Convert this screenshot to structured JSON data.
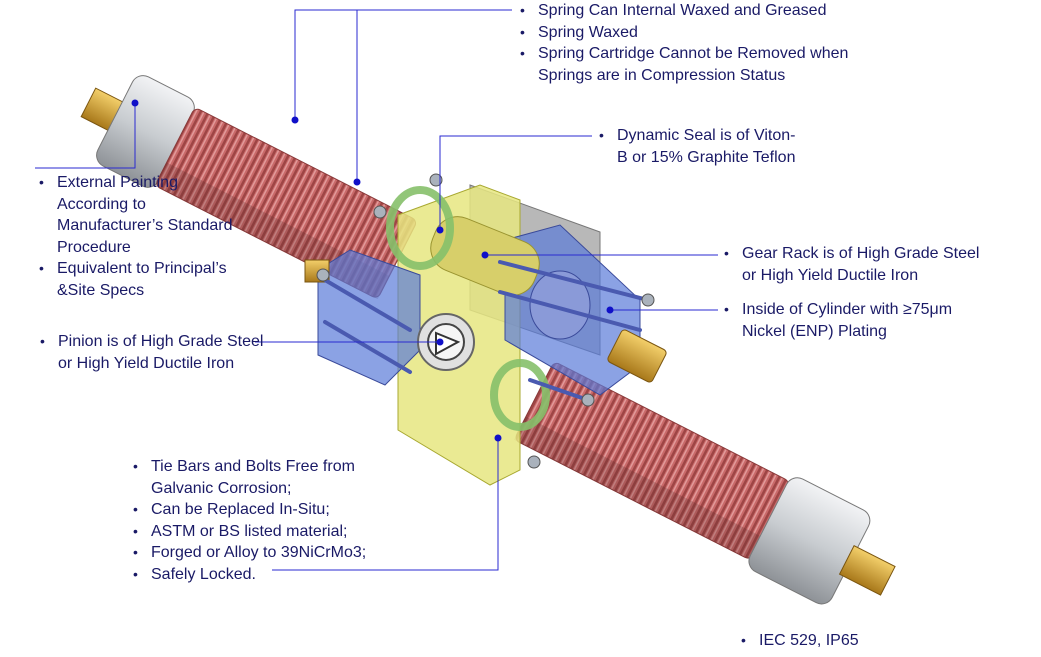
{
  "colors": {
    "text": "#1a1a66",
    "leader_line": "#2a2ad0",
    "leader_dot": "#1010c8",
    "spring": "#c96c6c",
    "end_cap": "#cfd2d6",
    "shaft_end": "#d4a02a",
    "housing_yellow": "#e6e680",
    "housing_blue": "#5a7ad8",
    "seal_green": "#86c06a"
  },
  "callouts": {
    "spring_can": {
      "lines": [
        [
          "Spring Can Internal Waxed and Greased"
        ],
        [
          "Spring Waxed"
        ],
        [
          "Spring Cartridge Cannot be Removed when",
          "Springs are in Compression Status"
        ]
      ]
    },
    "dynamic_seal": {
      "lines": [
        [
          "Dynamic Seal is of Viton-",
          "B or 15% Graphite Teflon"
        ]
      ]
    },
    "painting": {
      "lines": [
        [
          "External Painting",
          "According to",
          "Manufacturer’s Standard",
          "Procedure"
        ],
        [
          "Equivalent to Principal’s",
          "&Site Specs"
        ]
      ]
    },
    "gear_rack": {
      "lines": [
        [
          "Gear Rack is of High Grade Steel",
          "or High Yield Ductile Iron"
        ]
      ]
    },
    "cylinder": {
      "lines": [
        [
          "Inside of Cylinder with ≥75μm",
          "Nickel (ENP) Plating"
        ]
      ]
    },
    "pinion": {
      "lines": [
        [
          "Pinion is of High Grade Steel",
          "or High Yield Ductile Iron"
        ]
      ]
    },
    "tie_bars": {
      "lines": [
        [
          "Tie Bars and Bolts Free from",
          "Galvanic Corrosion;"
        ],
        [
          "Can be Replaced In-Situ;"
        ],
        [
          "ASTM or BS listed material;"
        ],
        [
          "Forged or Alloy to 39NiCrMo3;"
        ],
        [
          "Safely Locked."
        ]
      ]
    },
    "rating": {
      "lines": [
        [
          "IEC 529, IP65"
        ]
      ]
    }
  }
}
